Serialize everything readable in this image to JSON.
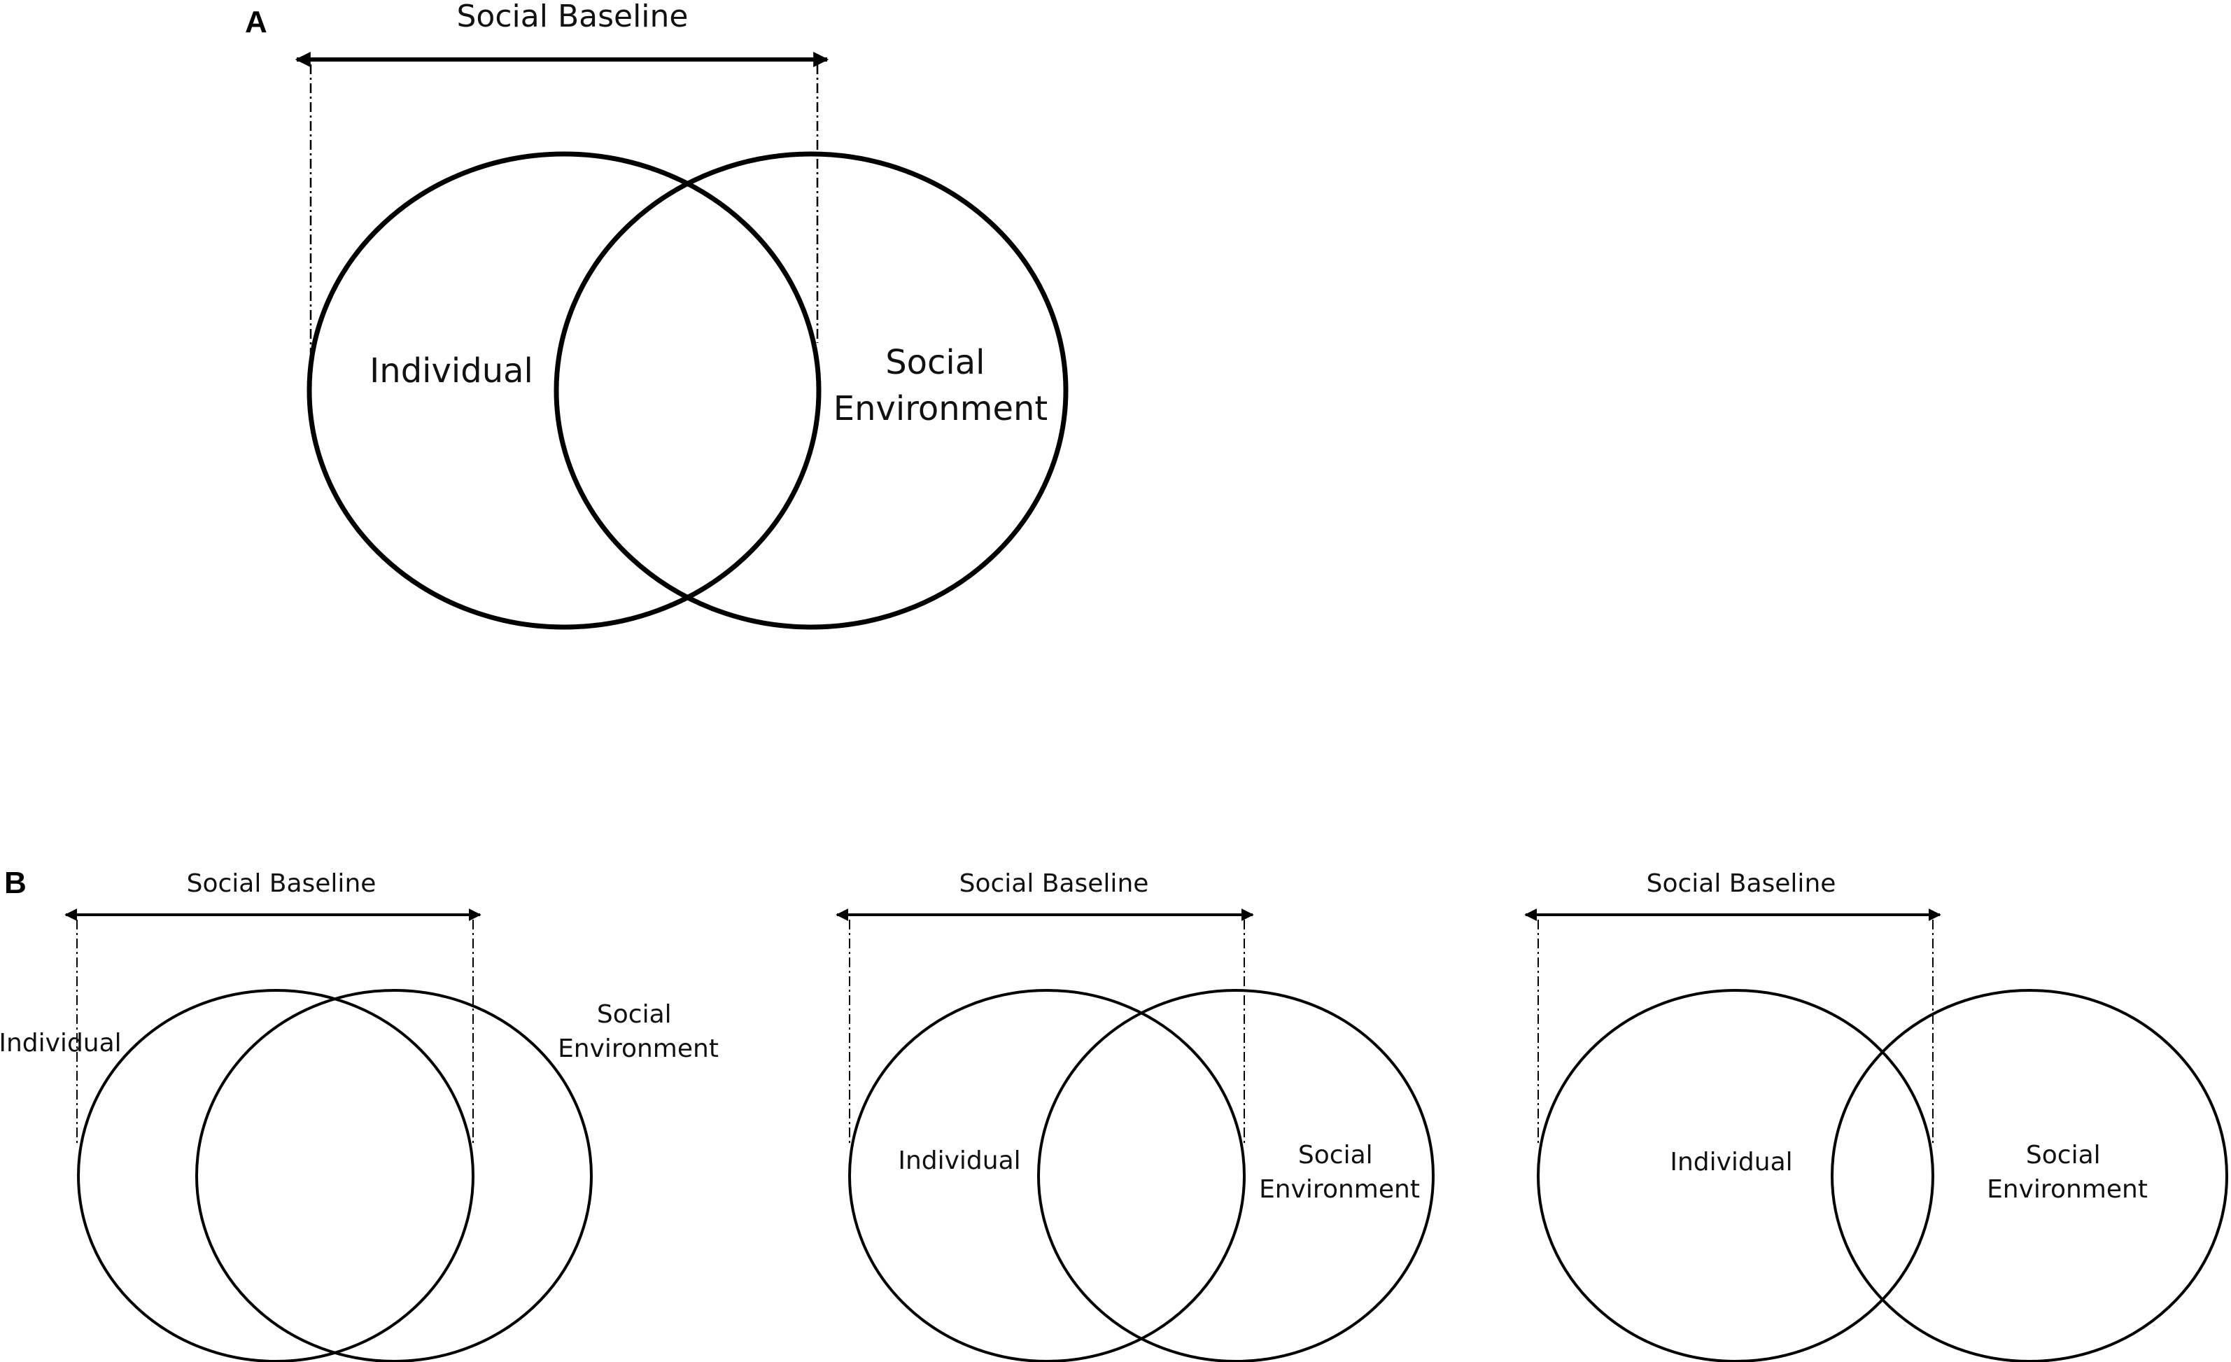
{
  "panel_a": {
    "letter": "A",
    "baseline_label": "Social Baseline",
    "individual_label": "Individual",
    "environment_label_line1": "Social",
    "environment_label_line2": "Environment"
  },
  "panel_b": {
    "letter": "B",
    "variants": [
      {
        "baseline_label": "Social Baseline",
        "individual_label": "Individual",
        "environment_label_line1": "Social",
        "environment_label_line2": "Environment"
      },
      {
        "baseline_label": "Social Baseline",
        "individual_label": "Individual",
        "environment_label_line1": "Social",
        "environment_label_line2": "Environment"
      },
      {
        "baseline_label": "Social Baseline",
        "individual_label": "Individual",
        "environment_label_line1": "Social",
        "environment_label_line2": "Environment"
      }
    ]
  }
}
